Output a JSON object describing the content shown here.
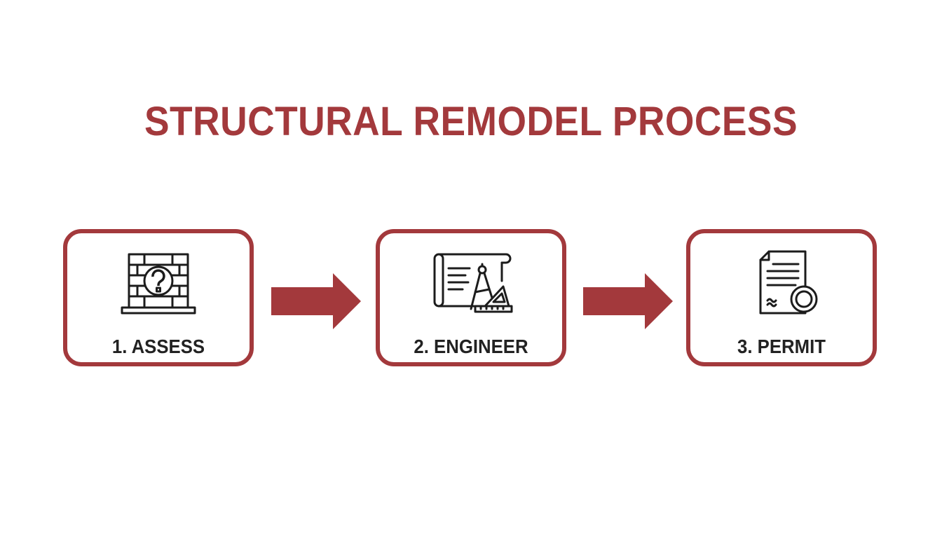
{
  "title": "STRUCTURAL REMODEL PROCESS",
  "accent_color": "#a3393c",
  "steps": [
    {
      "label": "1. ASSESS",
      "icon": "wall-question-icon"
    },
    {
      "label": "2. ENGINEER",
      "icon": "blueprint-compass-icon"
    },
    {
      "label": "3. PERMIT",
      "icon": "document-seal-icon"
    }
  ],
  "connectors": [
    "arrow-right",
    "arrow-right"
  ]
}
